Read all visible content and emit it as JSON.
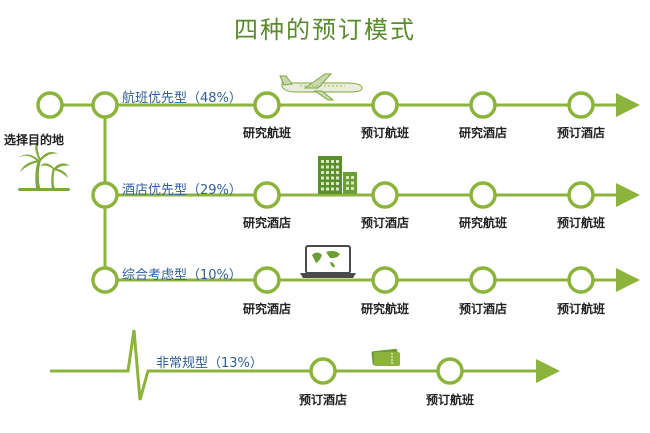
{
  "title": "四种的预订模式",
  "start_label": "选择目的地",
  "colors": {
    "line": "#8cb43c",
    "node_fill": "#ffffff",
    "title": "#5a8a2c",
    "row_label": "#2f5f9a",
    "icon": "#7fa83a"
  },
  "rows": [
    {
      "label": "航班优先型（48%）",
      "icon": "airplane-icon",
      "steps": [
        "研究航班",
        "预订航班",
        "研究酒店",
        "预订酒店"
      ]
    },
    {
      "label": "酒店优先型（29%）",
      "icon": "hotel-building-icon",
      "steps": [
        "研究酒店",
        "预订酒店",
        "研究航班",
        "预订航班"
      ]
    },
    {
      "label": "综合考虑型（10%）",
      "icon": "laptop-map-icon",
      "steps": [
        "研究酒店",
        "研究航班",
        "预订酒店",
        "预订航班"
      ]
    },
    {
      "label": "非常规型（13%）",
      "icon": "ticket-icon",
      "steps": [
        "预订酒店",
        "预订航班"
      ]
    }
  ]
}
